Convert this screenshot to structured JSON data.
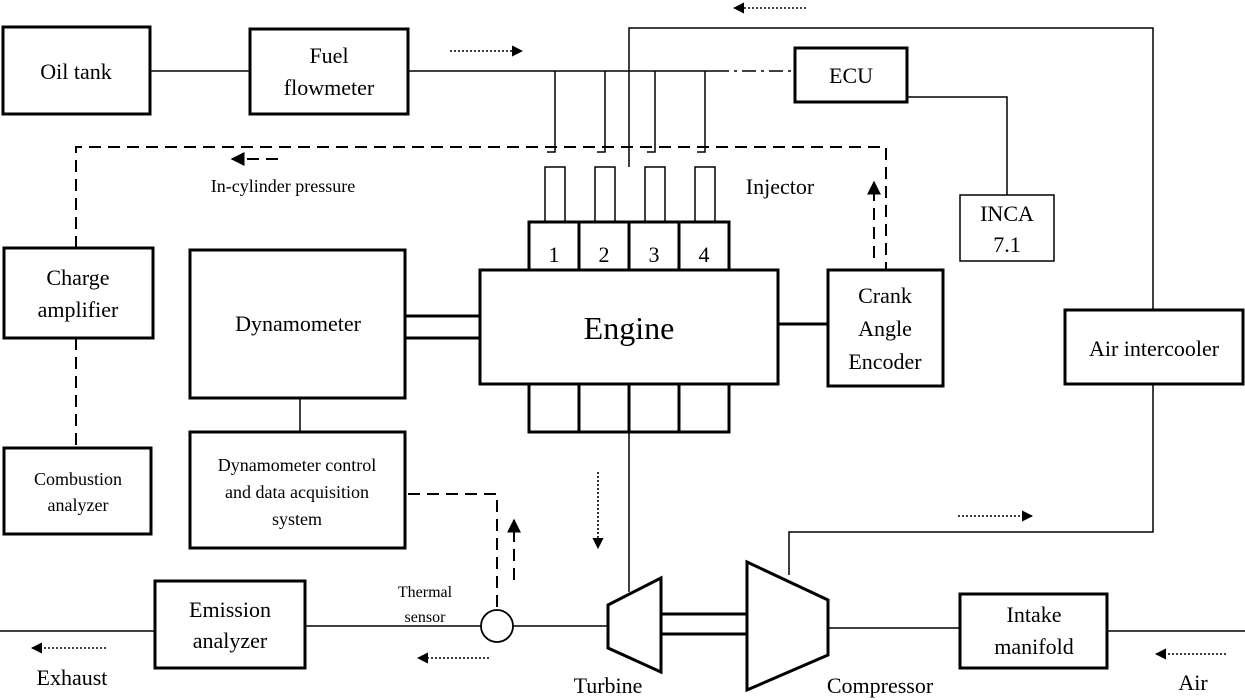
{
  "blocks": {
    "oil_tank": "Oil tank",
    "fuel_flowmeter": [
      "Fuel",
      "flowmeter"
    ],
    "ecu": "ECU",
    "inca": [
      "INCA",
      "7.1"
    ],
    "charge_amplifier": [
      "Charge",
      "amplifier"
    ],
    "dynamometer": "Dynamometer",
    "engine": "Engine",
    "crank_angle_encoder": [
      "Crank",
      "Angle",
      "Encoder"
    ],
    "air_intercooler": "Air intercooler",
    "combustion_analyzer": [
      "Combustion",
      "analyzer"
    ],
    "dyno_control": [
      "Dynamometer control",
      "and data acquisition",
      "system"
    ],
    "emission_analyzer": [
      "Emission",
      "analyzer"
    ],
    "intake_manifold": [
      "Intake",
      "manifold"
    ]
  },
  "cylinders": [
    "1",
    "2",
    "3",
    "4"
  ],
  "labels": {
    "in_cylinder_pressure": "In-cylinder pressure",
    "injector": "Injector",
    "thermal_sensor": [
      "Thermal",
      "sensor"
    ],
    "exhaust": "Exhaust",
    "turbine": "Turbine",
    "compressor": "Compressor",
    "air": "Air"
  }
}
